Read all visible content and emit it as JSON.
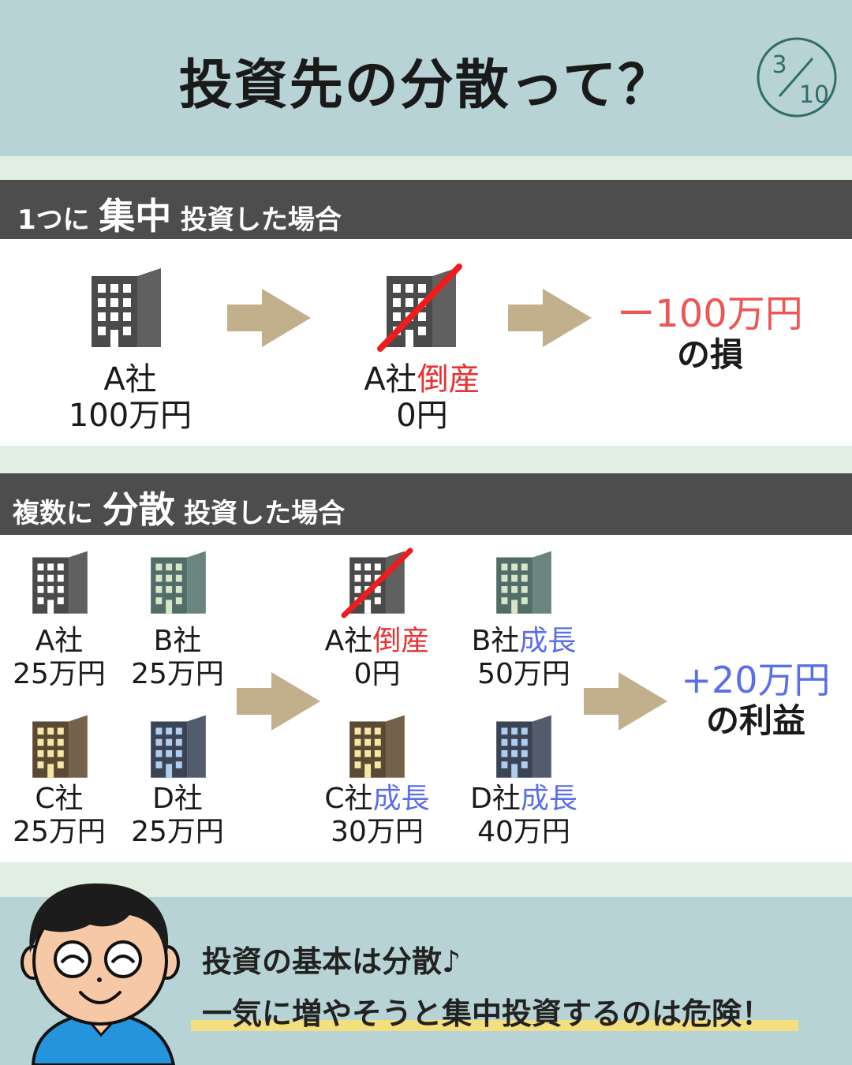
{
  "title": "投資先の分散って？",
  "page": {
    "current": "3",
    "total": "10"
  },
  "section1": {
    "heading_pre": "1つに",
    "heading_em": "集中",
    "heading_post": "投資した場合",
    "before": {
      "name": "A社",
      "amount": "100万円"
    },
    "after": {
      "name": "A社",
      "status": "倒産",
      "amount": "0円"
    },
    "result": {
      "value": "ー100万円",
      "label": "の損"
    }
  },
  "section2": {
    "heading_pre": "複数に",
    "heading_em": "分散",
    "heading_post": "投資した場合",
    "before": [
      {
        "name": "A社",
        "amount": "25万円"
      },
      {
        "name": "B社",
        "amount": "25万円"
      },
      {
        "name": "C社",
        "amount": "25万円"
      },
      {
        "name": "D社",
        "amount": "25万円"
      }
    ],
    "after": [
      {
        "name": "A社",
        "status": "倒産",
        "amount": "0円"
      },
      {
        "name": "B社",
        "status": "成長",
        "amount": "50万円"
      },
      {
        "name": "C社",
        "status": "成長",
        "amount": "30万円"
      },
      {
        "name": "D社",
        "status": "成長",
        "amount": "40万円"
      }
    ],
    "result": {
      "value": "+20万円",
      "label": "の利益"
    }
  },
  "footer": {
    "line1": "投資の基本は分散♪",
    "line2": "一気に増やそうと集中投資するのは危険！"
  },
  "colors": {
    "header_bg": "#b8d3d5",
    "band_bg": "#4d4d4d",
    "loss": "#ee5555",
    "bankrupt": "#e63232",
    "growth": "#5a6ee6",
    "arrow": "#c2b08c",
    "underline": "#f3df7e"
  }
}
